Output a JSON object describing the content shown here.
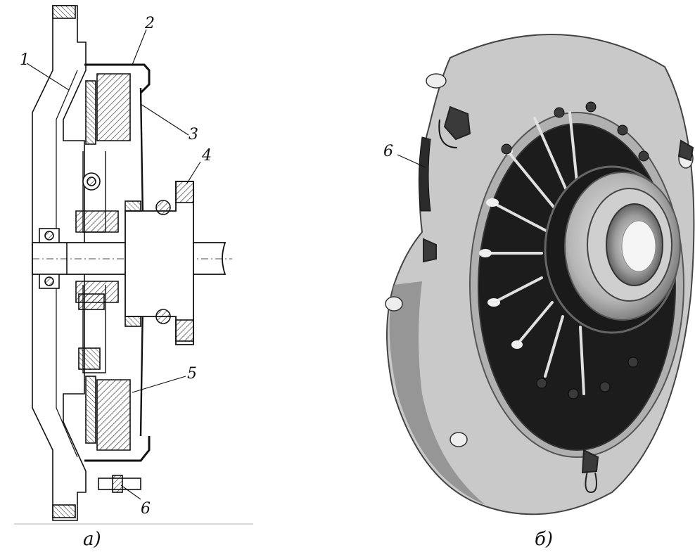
{
  "panel_a": {
    "caption": "а)",
    "callouts": {
      "c1": "1",
      "c2": "2",
      "c3": "3",
      "c4": "4",
      "c5": "5",
      "c6": "6"
    }
  },
  "panel_b": {
    "caption": "б)",
    "callouts": {
      "c6": "6"
    }
  }
}
